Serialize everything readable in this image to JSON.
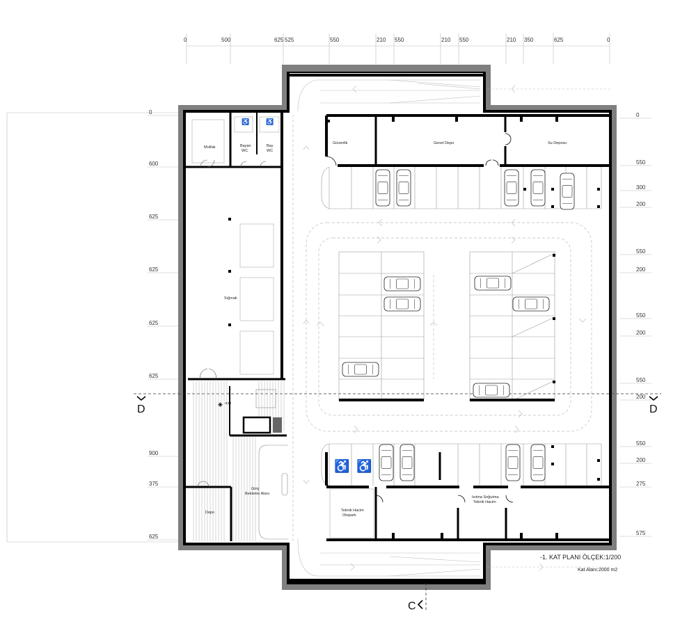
{
  "drawing": {
    "title": "-1. KAT PLANI ÖLÇEK:1/200",
    "area": "Kat Alanı:2000 m2",
    "section_d": "D",
    "section_c": "C",
    "level": "-3,50"
  },
  "dims": {
    "top": [
      "0",
      "500",
      "625",
      "525",
      "550",
      "210",
      "550",
      "210",
      "550",
      "210",
      "350",
      "625",
      "0"
    ],
    "left": [
      "0",
      "600",
      "625",
      "625",
      "625",
      "625",
      "900",
      "375",
      "625"
    ],
    "right": [
      "0",
      "550",
      "300",
      "200",
      "550",
      "200",
      "550",
      "200",
      "550",
      "200",
      "550",
      "200",
      "275",
      "575"
    ]
  },
  "rooms": {
    "mutfak": "Mutfak",
    "bayan_wc": [
      "Bayan",
      "WC"
    ],
    "bay_wc": [
      "Bay",
      "WC"
    ],
    "siginak": "Sığınak",
    "guvenlik": "Güvenlik",
    "genel_depo": "Genel Depo",
    "su_deposu": "Su Deposu",
    "giris": [
      "Giriş",
      "Bekleme Alanı"
    ],
    "depo": "Depo",
    "teknik_otopark": [
      "Teknik Hacim",
      "Otopark"
    ],
    "teknik_isitma": [
      "Isıtma Soğutma",
      "Teknik Hacim"
    ]
  },
  "colors": {
    "wall": "#000000",
    "shell": "#7f7f7f",
    "line": "#9a9a9a",
    "dash": "#b5b5b5"
  }
}
